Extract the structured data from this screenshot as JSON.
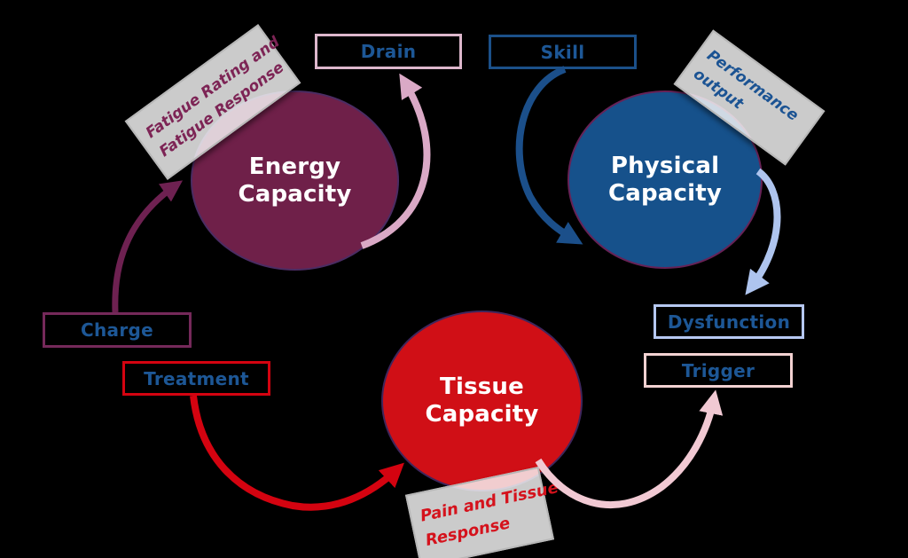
{
  "diagram": {
    "title_hint": "capacity causal loop diagram",
    "background": "#000000",
    "box_label_color": "#1d5796",
    "circles": [
      {
        "id": "energy",
        "line1": "Energy",
        "line2": "Capacity",
        "fill": "#6f2049",
        "edge": "rgba(45,55,120,0.55)"
      },
      {
        "id": "physical",
        "line1": "Physical",
        "line2": "Capacity",
        "fill": "#16518b",
        "edge": "rgba(118,26,76,0.85)"
      },
      {
        "id": "tissue",
        "line1": "Tissue",
        "line2": "Capacity",
        "fill": "#d00f16",
        "edge": "rgba(38,42,105,0.85)"
      }
    ],
    "boxes": [
      {
        "id": "drain",
        "label": "Drain",
        "border": "#ddb7cc"
      },
      {
        "id": "skill",
        "label": "Skill",
        "border": "#1b5089"
      },
      {
        "id": "charge",
        "label": "Charge",
        "border": "#75295a"
      },
      {
        "id": "treatment",
        "label": "Treatment",
        "border": "#d40310"
      },
      {
        "id": "dysfunction",
        "label": "Dysfunction",
        "border": "#b6c8f1"
      },
      {
        "id": "trigger",
        "label": "Trigger",
        "border": "#f3d2d2"
      }
    ],
    "cards": [
      {
        "id": "fatigue",
        "line1": "Fatigue Rating and",
        "line2": "Fatigue Response",
        "color": "#7d2455"
      },
      {
        "id": "performance",
        "line1": "Performance",
        "line2": "output",
        "color": "#1b5393"
      },
      {
        "id": "pain",
        "line1": "Pain and Tissue",
        "line2": "Response",
        "color": "#d5121c"
      }
    ],
    "arrows": {
      "charge": {
        "color": "#6e2151"
      },
      "drain": {
        "color": "#daa9c6"
      },
      "skill": {
        "color": "#1b4f8a"
      },
      "performance": {
        "color": "#aec4ee"
      },
      "treatment": {
        "color": "#d40310"
      },
      "trigger": {
        "color": "#f1c9d3"
      }
    }
  }
}
